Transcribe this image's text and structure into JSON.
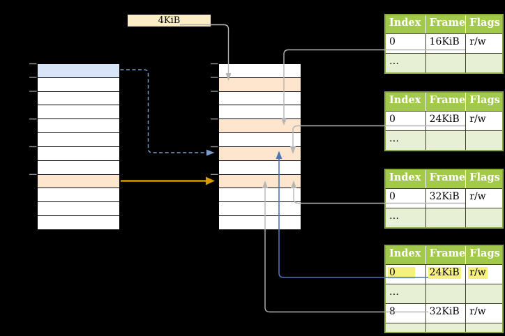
{
  "colors": {
    "canvas_bg": "#000000",
    "row_white": "#ffffff",
    "row_blue": "#d8e5f6",
    "row_orange": "#fde5ce",
    "box_cream": "#fbeec6",
    "green_header": "#a3c94c",
    "green_light": "#e7efd4",
    "green_border": "#86a93a",
    "cell_border": "#3d4026",
    "table_border": "#000000",
    "yellow_hl": "#f6f07e",
    "gray_line": "#b5b5b5",
    "blue_dash": "#7e9cc9",
    "blue_solid": "#4e74b2",
    "orange_line": "#d79b00",
    "tick": "#999999",
    "header_text": "#ffffff",
    "body_text": "#000000"
  },
  "size_box": {
    "label": "4KiB"
  },
  "left_table": {
    "rows": 12,
    "highlights": {
      "0": "blue",
      "8": "orange"
    }
  },
  "middle_table": {
    "rows": 12,
    "highlights": {
      "1": "orange",
      "4": "orange",
      "6": "orange",
      "8": "orange"
    }
  },
  "right_tables": [
    {
      "headers": [
        "Index",
        "Frame",
        "Flags"
      ],
      "rows": [
        {
          "cells": [
            "0",
            "16KiB",
            "r/w"
          ]
        },
        {
          "cells": [
            "…",
            "",
            ""
          ],
          "shaded": true
        }
      ]
    },
    {
      "headers": [
        "Index",
        "Frame",
        "Flags"
      ],
      "rows": [
        {
          "cells": [
            "0",
            "24KiB",
            "r/w"
          ]
        },
        {
          "cells": [
            "…",
            "",
            ""
          ],
          "shaded": true
        }
      ]
    },
    {
      "headers": [
        "Index",
        "Frame",
        "Flags"
      ],
      "rows": [
        {
          "cells": [
            "0",
            "32KiB",
            "r/w"
          ]
        },
        {
          "cells": [
            "…",
            "",
            ""
          ],
          "shaded": true
        }
      ]
    },
    {
      "headers": [
        "Index",
        "Frame",
        "Flags"
      ],
      "clipped": true,
      "rows": [
        {
          "cells": [
            "0",
            "24KiB",
            "r/w"
          ],
          "highlight": true
        },
        {
          "cells": [
            "…",
            "",
            ""
          ],
          "shaded": true
        },
        {
          "cells": [
            "8",
            "32KiB",
            "r/w"
          ]
        },
        {
          "cells": [
            "…",
            "",
            ""
          ],
          "shaded": true
        }
      ]
    }
  ]
}
